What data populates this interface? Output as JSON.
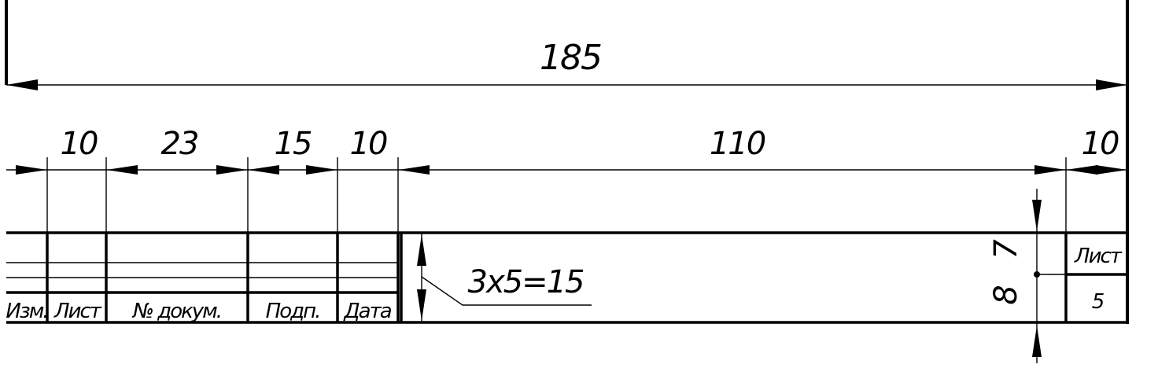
{
  "dimensions": {
    "overall": "185",
    "izm_col": "10",
    "dokum_col": "23",
    "podp_col": "15",
    "data_col": "10",
    "main_field": "110",
    "list_col": "10",
    "rows_label": "3x5=15",
    "list_row_top": "7",
    "list_row_bottom": "8"
  },
  "title_block": {
    "headers": {
      "izm": "Изм.",
      "list": "Лист",
      "dokum": "№ докум.",
      "podp": "Подп.",
      "data": "Дата"
    },
    "sheet_label": "Лист",
    "sheet_number": "5"
  }
}
